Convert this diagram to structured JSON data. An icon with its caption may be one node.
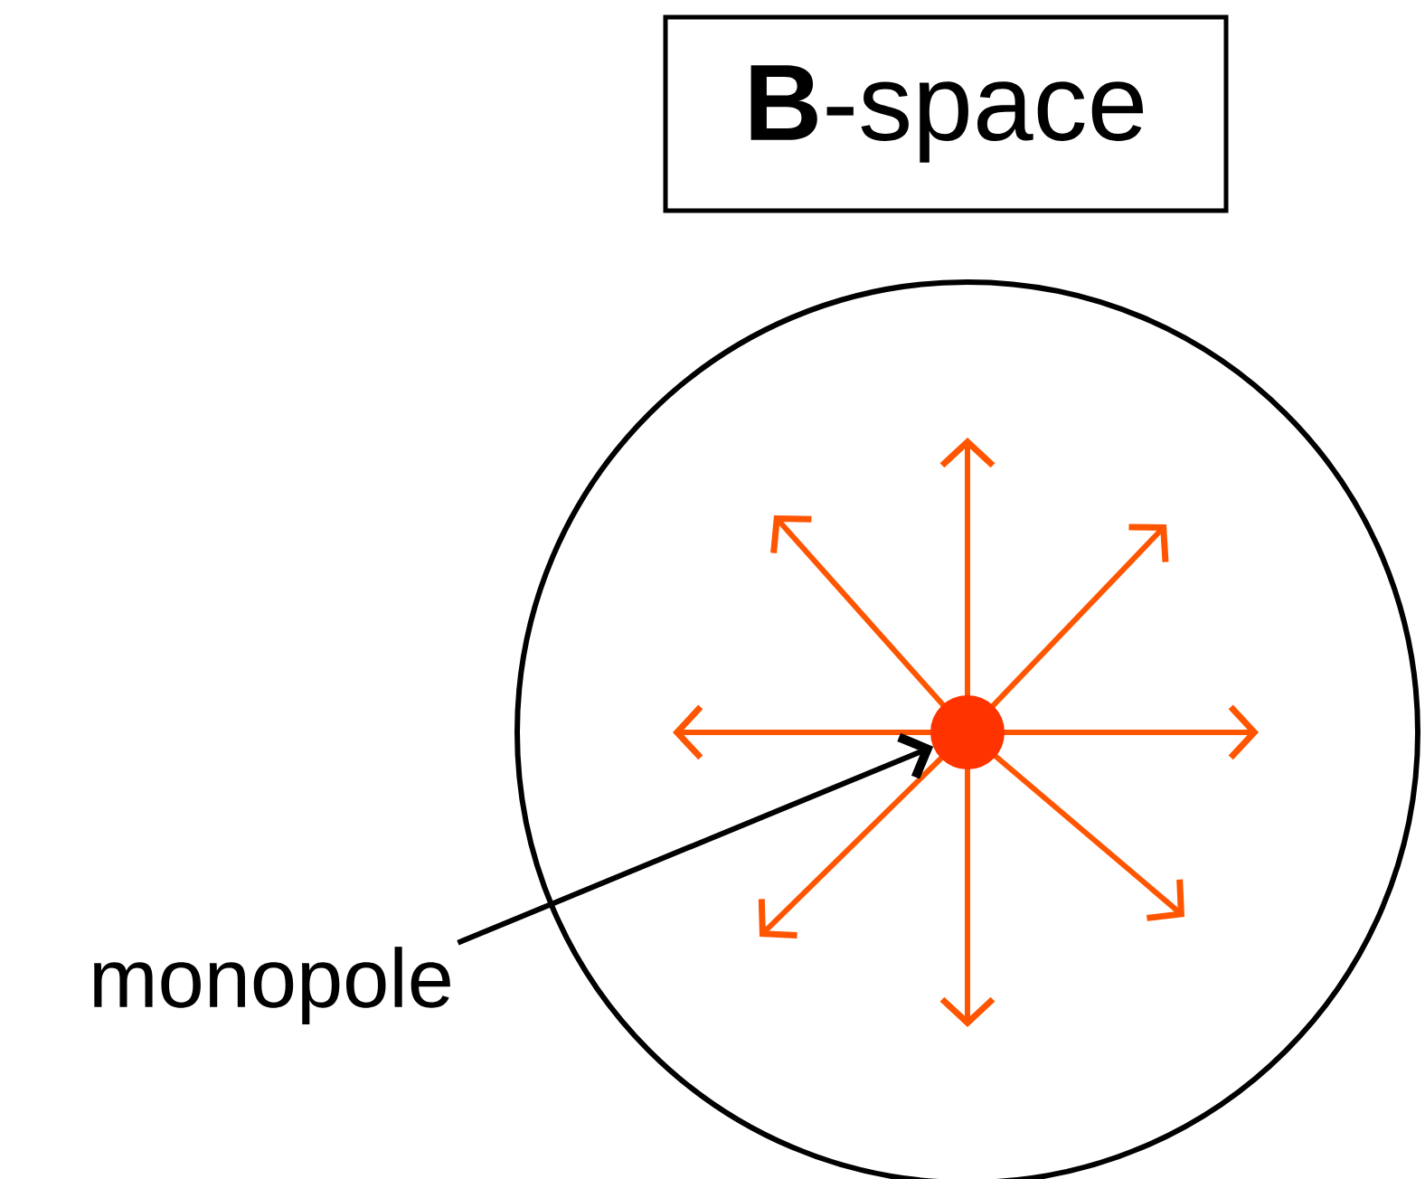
{
  "diagram": {
    "nodes": [
      {
        "text": [
          "**B**-space"
        ]
      },
      {
        "text": [],
        "shape": "circle"
      },
      {
        "text": [],
        "shape": "circle",
        "in": 1
      },
      {
        "text": [
          "monopole"
        ]
      }
    ],
    "edges": [
      {
        "from": 3,
        "to": 2,
        "arrow": "to"
      }
    ]
  }
}
